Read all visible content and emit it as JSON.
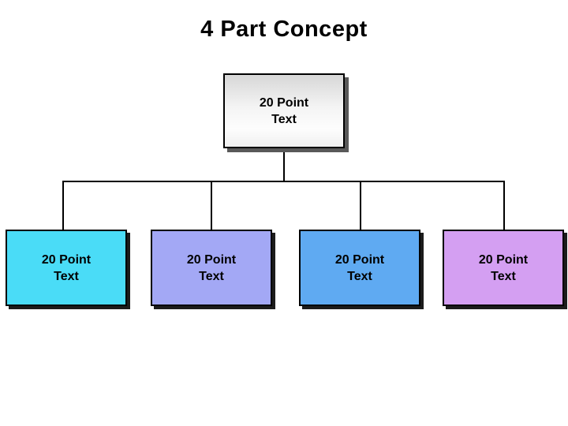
{
  "slide": {
    "title": "4 Part Concept",
    "background_color": "#ffffff"
  },
  "diagram": {
    "connector_color": "#000000",
    "root": {
      "line1": "20 Point",
      "line2": "Text",
      "fill": "linear-gradient(180deg, #d7d7d7 0%, #f4f4f4 45%, #fdfdfd 75%, #f0f0f0 100%)",
      "shadow_color": "#595959"
    },
    "children": [
      {
        "line1": "20 Point",
        "line2": "Text",
        "fill": "#4adcf7",
        "shadow_color": "#1c1c1c"
      },
      {
        "line1": "20 Point",
        "line2": "Text",
        "fill": "#a3a8f5",
        "shadow_color": "#1c1c1c"
      },
      {
        "line1": "20 Point",
        "line2": "Text",
        "fill": "#5faaf2",
        "shadow_color": "#1c1c1c"
      },
      {
        "line1": "20 Point",
        "line2": "Text",
        "fill": "#d49ff2",
        "shadow_color": "#1c1c1c"
      }
    ]
  }
}
